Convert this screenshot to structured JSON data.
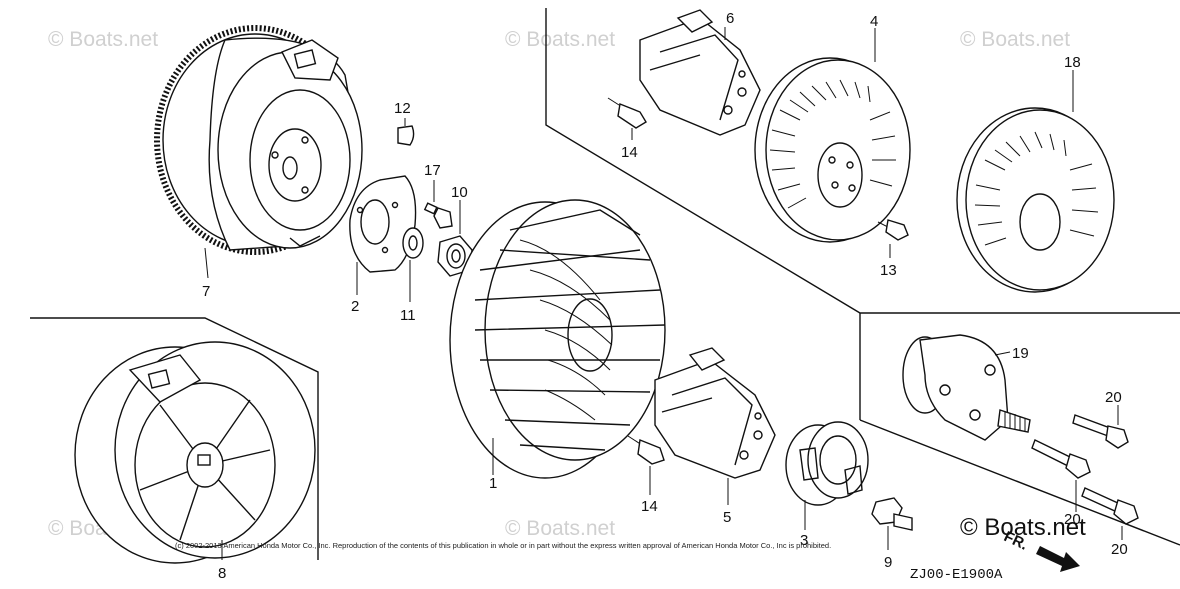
{
  "watermark": "© Boats.net",
  "brand_watermark": "© Boats.net",
  "copyright": "(c) 2002-2013 American Honda Motor Co., Inc. Reproduction of the contents of this publication in whole or in part without the express written approval of American Honda Motor Co., Inc is prohibited.",
  "diagram_code": "ZJ00-E1900A",
  "fr_label": "FR.",
  "callouts": {
    "p1": "1",
    "p2": "2",
    "p3": "3",
    "p4": "4",
    "p5": "5",
    "p6": "6",
    "p7": "7",
    "p8": "8",
    "p9": "9",
    "p10": "10",
    "p11": "11",
    "p12": "12",
    "p13": "13",
    "p14a": "14",
    "p14b": "14",
    "p17": "17",
    "p18": "18",
    "p19": "19",
    "p20a": "20",
    "p20b": "20",
    "p20c": "20"
  }
}
